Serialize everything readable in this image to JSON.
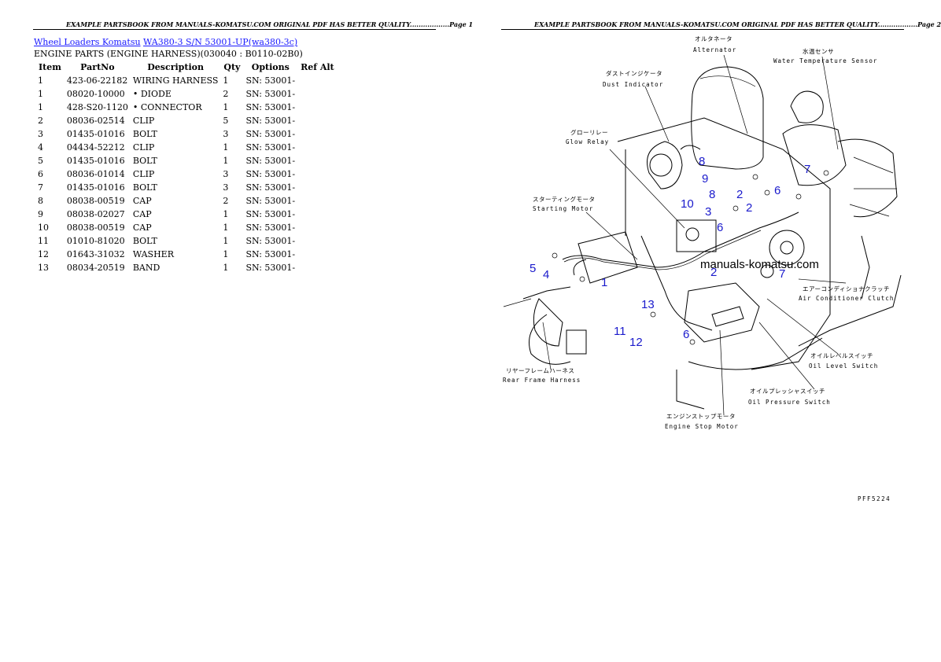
{
  "pages": [
    {
      "header": "EXAMPLE PARTSBOOK FROM MANUALS-KOMATSU.COM ORIGINAL PDF HAS BETTER QUALITY..................Page 1"
    },
    {
      "header": "EXAMPLE PARTSBOOK FROM MANUALS-KOMATSU.COM ORIGINAL PDF HAS BETTER QUALITY..................Page 2"
    }
  ],
  "breadcrumb": {
    "link1": "Wheel Loaders Komatsu",
    "link2": "WA380-3 S/N 53001-UP(wa380-3c)"
  },
  "section_title": "ENGINE PARTS (ENGINE HARNESS)(030040 : B0110-02B0)",
  "table": {
    "columns": [
      "Item",
      "PartNo",
      "Description",
      "Qty",
      "Options",
      "Ref Alt"
    ],
    "rows": [
      {
        "item": "1",
        "part": "423-06-22182",
        "desc": "WIRING HARNESS",
        "qty": "1",
        "opt": "SN: 53001-",
        "ref": ""
      },
      {
        "item": "1",
        "part": "08020-10000",
        "desc": "• DIODE",
        "qty": "2",
        "opt": "SN: 53001-",
        "ref": ""
      },
      {
        "item": "1",
        "part": "428-S20-1120",
        "desc": "• CONNECTOR",
        "qty": "1",
        "opt": "SN: 53001-",
        "ref": ""
      },
      {
        "item": "2",
        "part": "08036-02514",
        "desc": "CLIP",
        "qty": "5",
        "opt": "SN: 53001-",
        "ref": ""
      },
      {
        "item": "3",
        "part": "01435-01016",
        "desc": "BOLT",
        "qty": "3",
        "opt": "SN: 53001-",
        "ref": ""
      },
      {
        "item": "4",
        "part": "04434-52212",
        "desc": "CLIP",
        "qty": "1",
        "opt": "SN: 53001-",
        "ref": ""
      },
      {
        "item": "5",
        "part": "01435-01016",
        "desc": "BOLT",
        "qty": "1",
        "opt": "SN: 53001-",
        "ref": ""
      },
      {
        "item": "6",
        "part": "08036-01014",
        "desc": "CLIP",
        "qty": "3",
        "opt": "SN: 53001-",
        "ref": ""
      },
      {
        "item": "7",
        "part": "01435-01016",
        "desc": "BOLT",
        "qty": "3",
        "opt": "SN: 53001-",
        "ref": ""
      },
      {
        "item": "8",
        "part": "08038-00519",
        "desc": "CAP",
        "qty": "2",
        "opt": "SN: 53001-",
        "ref": ""
      },
      {
        "item": "9",
        "part": "08038-02027",
        "desc": "CAP",
        "qty": "1",
        "opt": "SN: 53001-",
        "ref": ""
      },
      {
        "item": "10",
        "part": "08038-00519",
        "desc": "CAP",
        "qty": "1",
        "opt": "SN: 53001-",
        "ref": ""
      },
      {
        "item": "11",
        "part": "01010-81020",
        "desc": "BOLT",
        "qty": "1",
        "opt": "SN: 53001-",
        "ref": ""
      },
      {
        "item": "12",
        "part": "01643-31032",
        "desc": "WASHER",
        "qty": "1",
        "opt": "SN: 53001-",
        "ref": ""
      },
      {
        "item": "13",
        "part": "08034-20519",
        "desc": "BAND",
        "qty": "1",
        "opt": "SN: 53001-",
        "ref": ""
      }
    ]
  },
  "diagram": {
    "labels": {
      "alternator_jp": "オルタネータ",
      "alternator_en": "Alternator",
      "water_temp_jp": "水温センサ",
      "water_temp_en": "Water Temperature Sensor",
      "dust_jp": "ダストインジケータ",
      "dust_en": "Dust Indicator",
      "glow_jp": "グローリレー",
      "glow_en": "Glow Relay",
      "starting_jp": "スターティングモータ",
      "starting_en": "Starting Motor",
      "aircon_jp": "エアーコンディショナクラッチ",
      "aircon_en": "Air Conditioner Clutch",
      "oil_level_jp": "オイルレベルスイッチ",
      "oil_level_en": "Oil Level Switch",
      "oil_press_jp": "オイルプレッシャスイッチ",
      "oil_press_en": "Oil Pressure Switch",
      "stop_jp": "エンジンストップモータ",
      "stop_en": "Engine Stop Motor",
      "rear_jp": "リヤーフレームハーネス",
      "rear_en": "Rear Frame Harness"
    },
    "watermark": "manuals-komatsu.com",
    "drawing_code": "PFF5224",
    "callouts": [
      "8",
      "9",
      "8",
      "2",
      "6",
      "7",
      "10",
      "3",
      "2",
      "6",
      "2",
      "5",
      "4",
      "1",
      "13",
      "11",
      "12",
      "6",
      "7"
    ]
  }
}
